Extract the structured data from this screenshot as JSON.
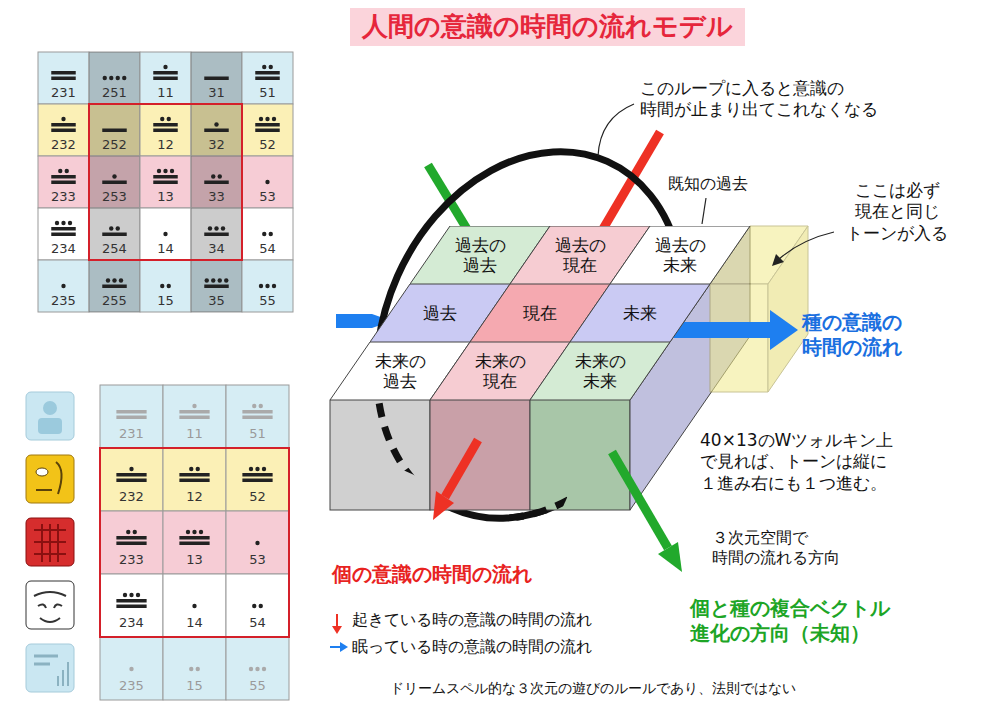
{
  "diagram": {
    "title": "人間の意識の時間の流れモデル",
    "nodes": [
      {
        "text": [
          "過去の 過去"
        ]
      },
      {
        "text": [
          "過去の 現在"
        ]
      },
      {
        "text": [
          "過去の 未来"
        ]
      },
      {
        "text": [
          "過去"
        ]
      },
      {
        "text": [
          "現在"
        ]
      },
      {
        "text": [
          "未来"
        ]
      },
      {
        "text": [
          "未来の 過去"
        ]
      },
      {
        "text": [
          "未来の 現在"
        ]
      },
      {
        "text": [
          "未来の 未来"
        ]
      }
    ],
    "labels": [
      "このループに入ると意識の 時間が止まり出てこれなくなる",
      "既知の過去",
      "ここは必ず 現在と同じ トーンが入る",
      "種の意識の 時間の流れ",
      "40×13のWツォルキン上 で見れば、トーンは縦に １進み右にも１つ進む。",
      "３次元空間で 時間の流れる方向",
      "個と種の複合ベクトル 進化の方向（未知）",
      "個の意識の時間の流れ",
      "ドリームスペル的な３次元の遊びのルールであり、法則ではない",
      "231",
      "251",
      "11",
      "31",
      "51",
      "232",
      "252",
      "12",
      "32",
      "52",
      "233",
      "253",
      "13",
      "33",
      "53",
      "234",
      "254",
      "14",
      "34",
      "54",
      "235",
      "255",
      "15",
      "35",
      "55",
      "231",
      "11",
      "51",
      "232",
      "12",
      "52",
      "233",
      "13",
      "53",
      "234",
      "14",
      "54",
      "235",
      "15",
      "55"
    ],
    "legend": [
      {
        "text": "起きている時の意識の時間の流れ"
      },
      {
        "text": "眠っている時の意識の時間の流れ"
      }
    ]
  }
}
